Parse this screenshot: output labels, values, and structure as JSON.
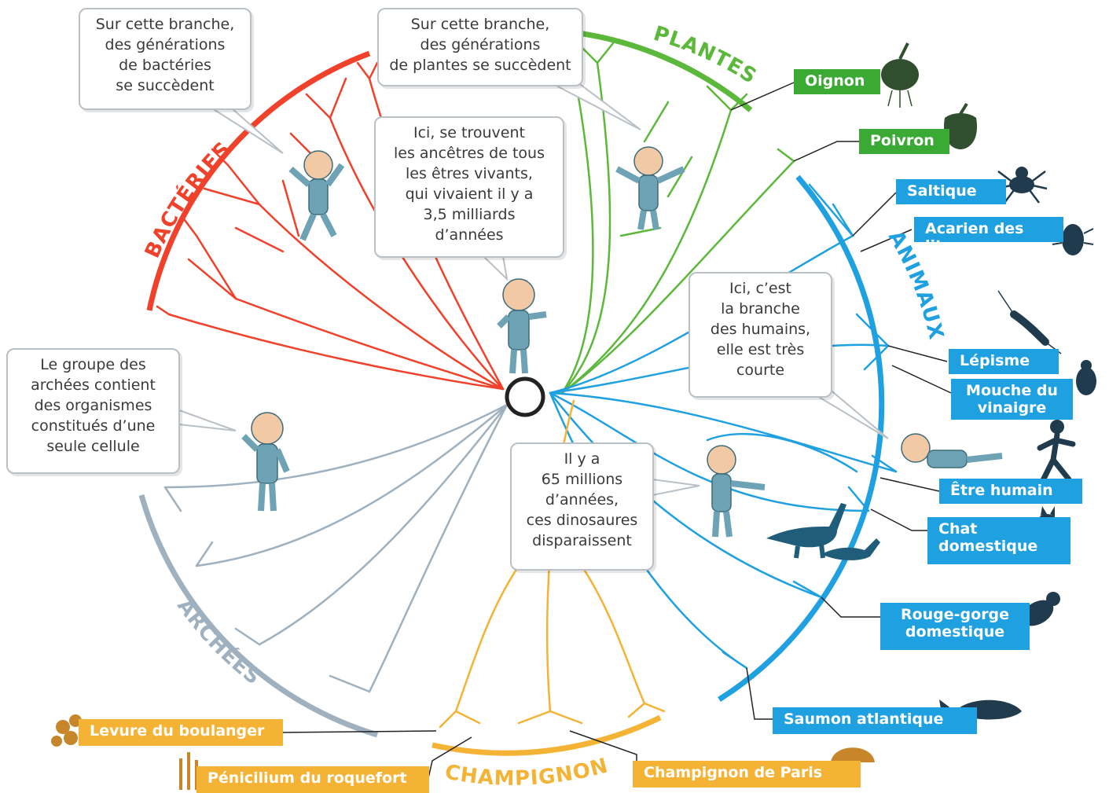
{
  "kingdoms": {
    "bacteria": "BACTÉRIES",
    "plants": "PLANTES",
    "animals": "ANIMAUX",
    "archaea": "ARCHÉES",
    "fungi": "CHAMPIGNONS"
  },
  "bubbles": {
    "bacteria_gen": "Sur cette branche,\ndes générations\nde bactéries\nse succèdent",
    "plants_gen": "Sur cette branche,\ndes générations\nde plantes se succèdent",
    "ancestors": "Ici, se trouvent\nles ancêtres de tous\nles êtres vivants,\nqui vivaient il y a\n3,5 milliards\nd’années",
    "archaea_info": "Le groupe des\narchées contient\ndes organismes\nconstitués d’une\nseule cellule",
    "humans_branch": "Ici, c’est\nla branche\ndes humains,\nelle est très\ncourte",
    "dinosaurs": "Il y a\n65 millions\nd’années,\nces dinosaures\ndisparaissent"
  },
  "labels": {
    "oignon": "Oignon",
    "poivron": "Poivron",
    "saltique": "Saltique",
    "acarien": "Acarien des lits",
    "lepisme": "Lépisme",
    "mouche": "Mouche du\nvinaigre",
    "humain": "Être humain",
    "chat": "Chat\ndomestique",
    "rouge_gorge": "Rouge-gorge\ndomestique",
    "saumon": "Saumon atlantique",
    "levure": "Levure du boulanger",
    "penicilium": "Pénicilium du roquefort",
    "champignon_paris": "Champignon de Paris"
  },
  "colors": {
    "bacteria": "#f0412b",
    "plants": "#5cb83a",
    "animals": "#1fa0e0",
    "archaea": "#9fb1bf",
    "fungi": "#f5b335",
    "root": "#222222"
  },
  "icons": [
    "onion-icon",
    "pepper-icon",
    "spider-icon",
    "mite-icon",
    "silverfish-icon",
    "fruit-fly-icon",
    "runner-icon",
    "cat-icon",
    "robin-icon",
    "salmon-icon",
    "yeast-icon",
    "penicillium-icon",
    "mushroom-icon",
    "dinosaur-icon",
    "character-icon"
  ]
}
